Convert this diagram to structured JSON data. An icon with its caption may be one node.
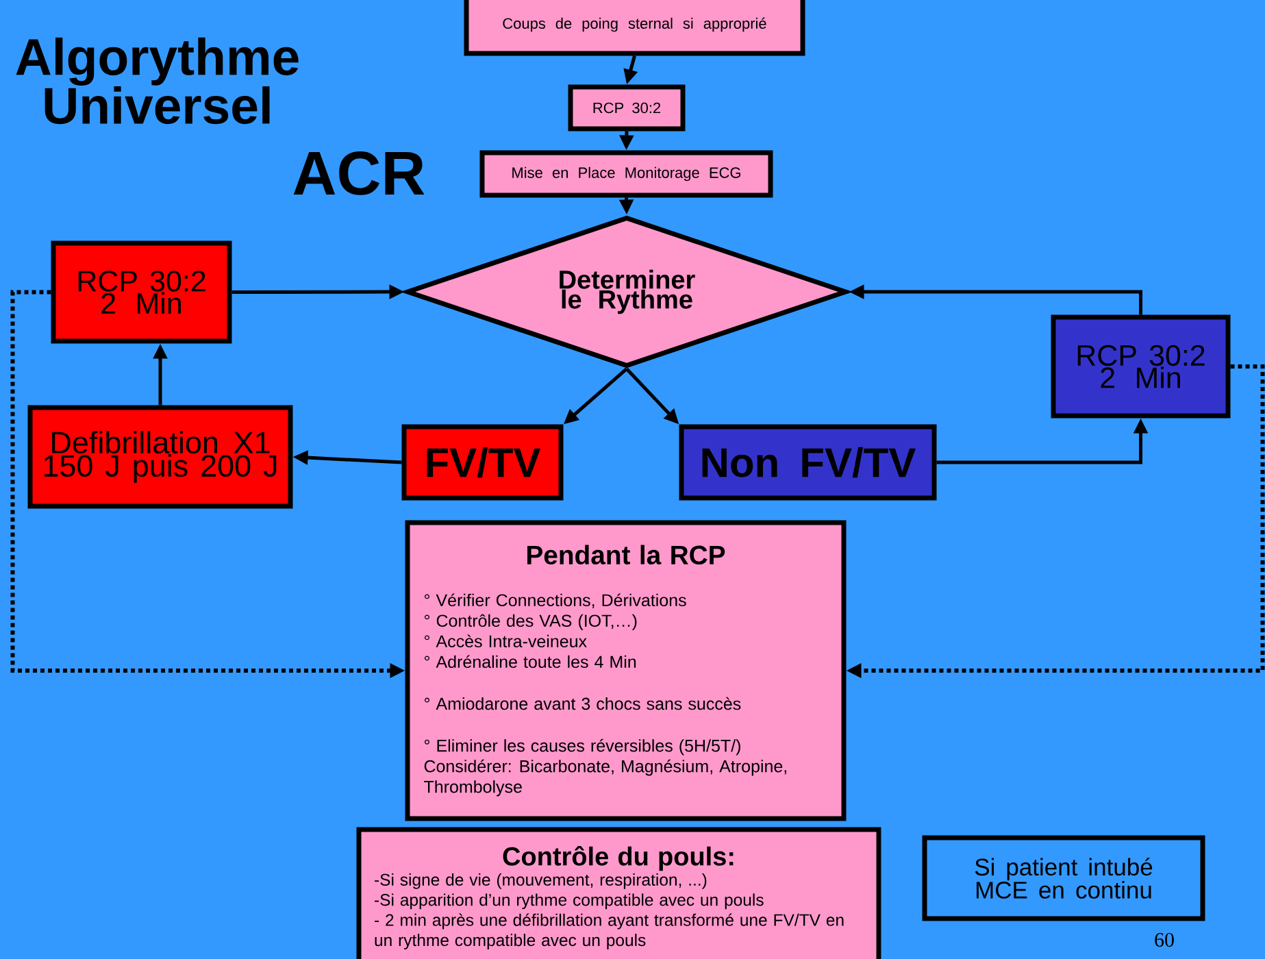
{
  "diagram": {
    "title": "Algorythme Universel",
    "nodes": [
      {
        "text": [
          "Coups de poing sternal si approprié"
        ]
      },
      {
        "text": [
          "RCP 30:2"
        ]
      },
      {
        "text": [
          "Mise en Place Monitorage ECG"
        ]
      },
      {
        "text": [
          "Determiner le Rythme"
        ]
      },
      {
        "text": [
          "RCP 30:2 2 Min"
        ]
      },
      {
        "text": [
          "Defibrillation X1 150 J puis 200 J"
        ]
      },
      {
        "text": [
          "FV/TV"
        ]
      },
      {
        "text": [
          "Non FV/TV"
        ]
      },
      {
        "text": [
          "RCP 30:2 2 Min"
        ]
      },
      {
        "text": [
          "Pendant la RCP",
          "° Vérifier Connections, Dérivations",
          "° Contrôle des VAS (IOT,…)",
          "° Accès Intra-veineux",
          "° Adrénaline toute les 4 Min",
          "° Amiodarone avant  3 chocs sans succès",
          "° Eliminer les causes réversibles (5H/5T/)",
          "Considérer: Bicarbonate, Magnésium, Atropine, Thrombolyse"
        ]
      },
      {
        "text": [
          "Contrôle du pouls:",
          "-Si signe de vie (mouvement, respiration, ...)",
          "-Si apparition d’un rythme compatible avec un pouls",
          "- 2 min après une défibrillation ayant transformé une FV/TV en un rythme compatible avec un pouls"
        ]
      },
      {
        "text": [
          "Si patient intubé MCE en continu"
        ]
      }
    ],
    "edges": [
      {
        "from": 0,
        "to": 1,
        "arrow": "to"
      },
      {
        "from": 1,
        "to": 2,
        "arrow": "to"
      },
      {
        "from": 2,
        "to": 3,
        "arrow": "to"
      },
      {
        "from": 3,
        "to": 6,
        "arrow": "to"
      },
      {
        "from": 3,
        "to": 7,
        "arrow": "to"
      },
      {
        "from": 6,
        "to": 5,
        "arrow": "to"
      },
      {
        "from": 5,
        "to": 4,
        "arrow": "to"
      },
      {
        "from": 4,
        "to": 3,
        "arrow": "to"
      },
      {
        "from": 7,
        "to": 8,
        "arrow": "to"
      },
      {
        "from": 8,
        "to": 3,
        "arrow": "to"
      },
      {
        "from": 4,
        "to": 9,
        "arrow": "to",
        "style": "dashed"
      },
      {
        "from": 8,
        "to": 9,
        "arrow": "to",
        "style": "dashed"
      }
    ],
    "labels": [
      "ACR",
      "60"
    ]
  }
}
